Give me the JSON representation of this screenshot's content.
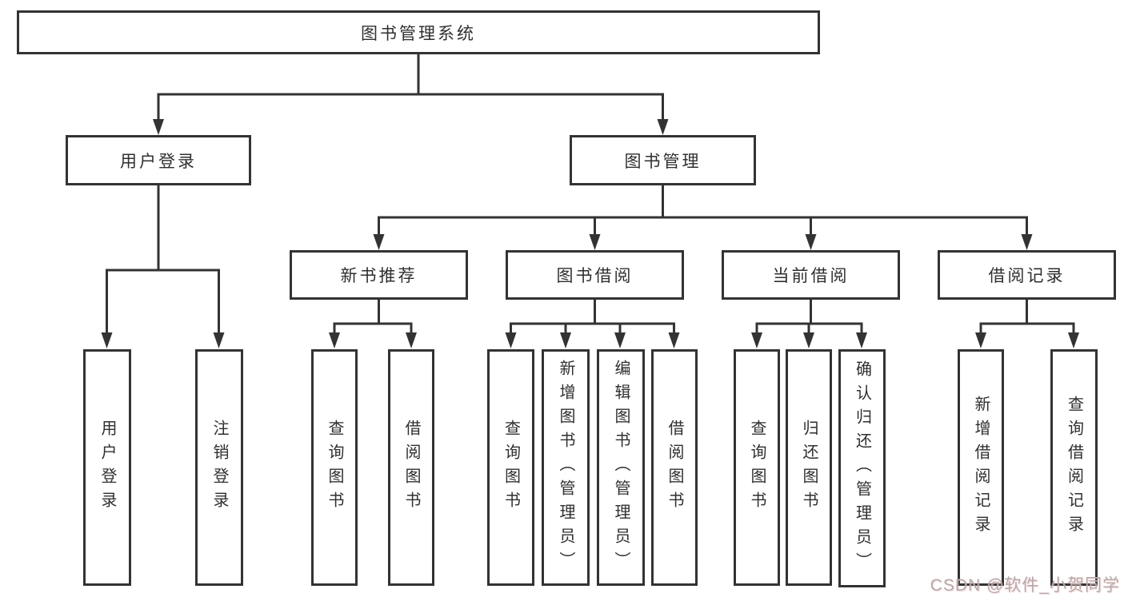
{
  "tree": {
    "root": "图书管理系统",
    "branches": [
      {
        "label": "用户登录",
        "children": [
          "用户登录",
          "注销登录"
        ]
      },
      {
        "label": "图书管理",
        "groups": [
          {
            "label": "新书推荐",
            "children": [
              "查询图书",
              "借阅图书"
            ]
          },
          {
            "label": "图书借阅",
            "children": [
              "查询图书",
              "新增图书（管理员）",
              "编辑图书（管理员）",
              "借阅图书"
            ]
          },
          {
            "label": "当前借阅",
            "children": [
              "查询图书",
              "归还图书",
              "确认归还（管理员）"
            ]
          },
          {
            "label": "借阅记录",
            "children": [
              "新增借阅记录",
              "查询借阅记录"
            ]
          }
        ]
      }
    ]
  },
  "watermark": {
    "text": "CSDN @软件_小贺同学"
  },
  "colors": {
    "line": "#333333",
    "box_border": "#333333",
    "text": "#2f2f2f",
    "watermark_text": "#b3abab",
    "background": "#ffffff"
  }
}
